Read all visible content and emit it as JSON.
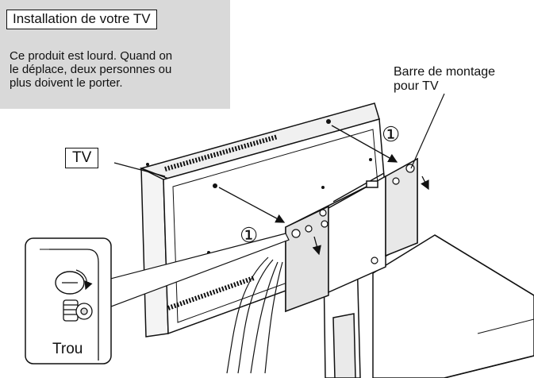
{
  "header": {
    "title": "Installation de votre TV",
    "note": "Ce produit est lourd. Quand on\nle déplace, deux personnes ou\nplus doivent le porter."
  },
  "labels": {
    "tv": "TV",
    "mounting_bar": "Barre de montage\npour TV",
    "step_marker_top": "①",
    "step_marker_left": "①",
    "hole": "Trou"
  },
  "colors": {
    "note_background": "#d9d9d9",
    "line": "#111111",
    "metal_light": "#f2f2f2",
    "metal_mid": "#e3e3e3"
  }
}
